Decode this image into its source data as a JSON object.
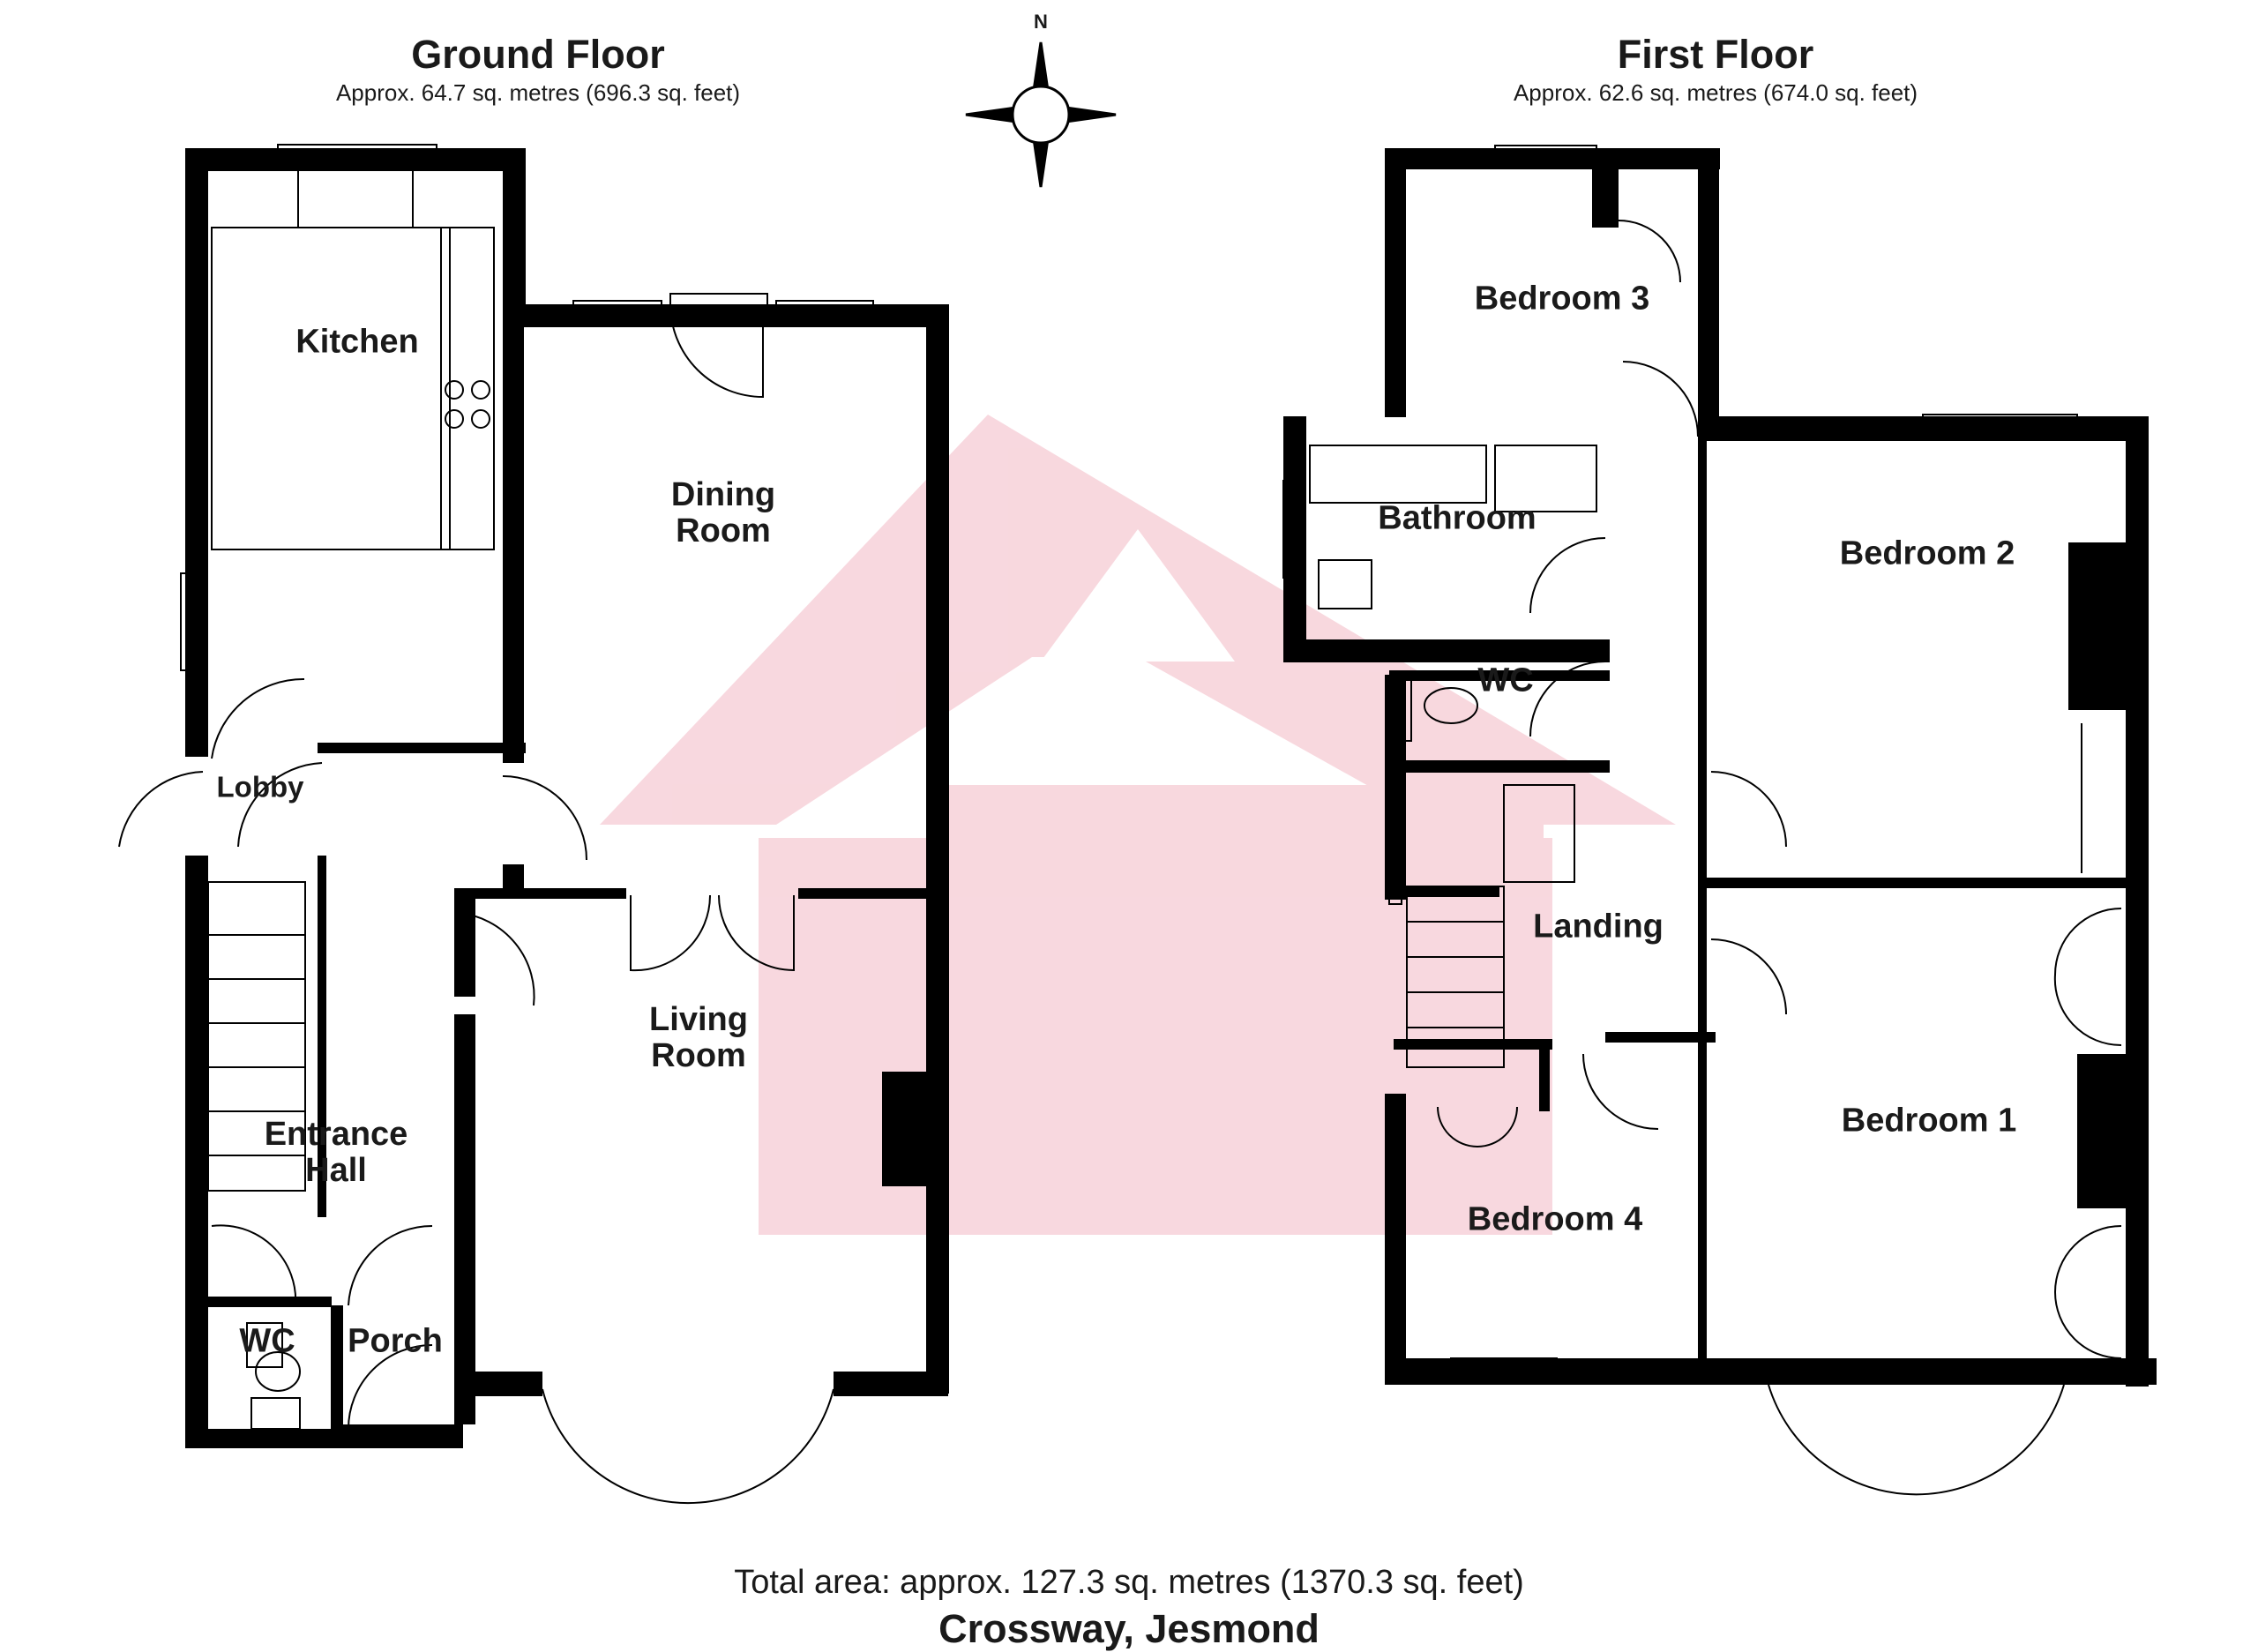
{
  "ground_floor": {
    "title": "Ground Floor",
    "area": "Approx. 64.7 sq. metres (696.3 sq. feet)",
    "rooms": {
      "kitchen": "Kitchen",
      "dining": "Dining\nRoom",
      "lobby": "Lobby",
      "living": "Living\nRoom",
      "entrance": "Entrance\nHall",
      "wc": "WC",
      "porch": "Porch"
    }
  },
  "first_floor": {
    "title": "First Floor",
    "area": "Approx. 62.6 sq. metres (674.0 sq. feet)",
    "rooms": {
      "bedroom3": "Bedroom 3",
      "bathroom": "Bathroom",
      "bedroom2": "Bedroom 2",
      "wc": "WC",
      "landing": "Landing",
      "bedroom1": "Bedroom 1",
      "bedroom4": "Bedroom 4"
    }
  },
  "compass": {
    "label": "N"
  },
  "footer": {
    "total_area": "Total area: approx. 127.3 sq. metres (1370.3 sq. feet)",
    "address": "Crossway, Jesmond"
  },
  "colors": {
    "wall": "#000000",
    "watermark": "#f0a9b8",
    "text": "#1a1a1a"
  }
}
